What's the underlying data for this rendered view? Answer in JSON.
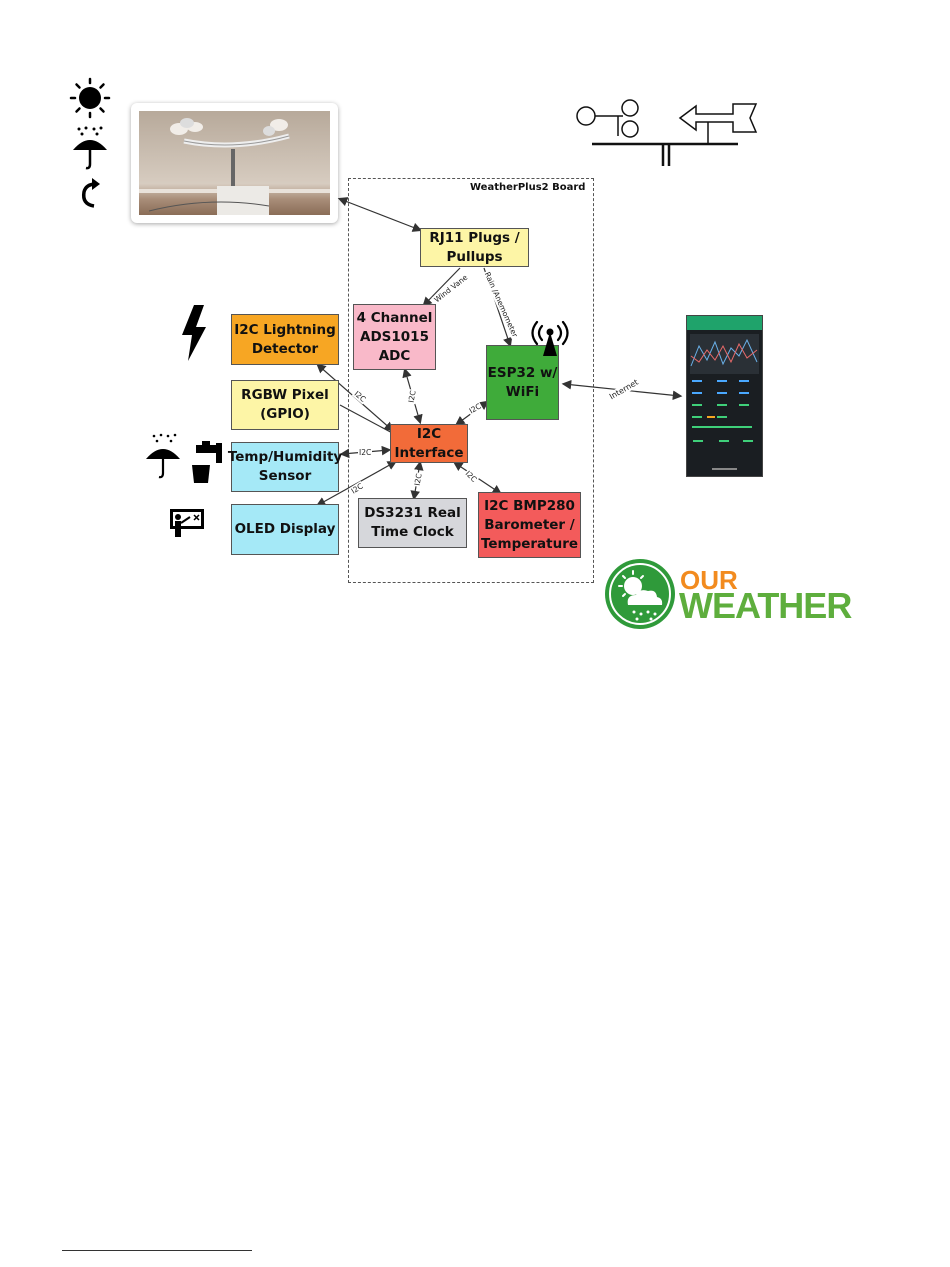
{
  "board": {
    "label": "WeatherPlus2 Board"
  },
  "blocks": {
    "rj11": "RJ11 Plugs /\nPullups",
    "adc": "4 Channel\nADS1015\nADC",
    "esp32": "ESP32 w/\nWiFi",
    "i2c_interface": "I2C\nInterface",
    "lightning": "I2C Lightning\nDetector",
    "rgbw": "RGBW Pixel\n(GPIO)",
    "temp_humidity": "Temp/Humidity\nSensor",
    "oled": "OLED Display",
    "rtc": "DS3231 Real\nTime Clock",
    "bmp280": "I2C BMP280\nBarometer /\nTemperature"
  },
  "edge_labels": {
    "wind_vane": "Wind Vane",
    "rain_anemometer": "Rain /Anemometer",
    "internet": "Internet",
    "i2c": "I2C"
  },
  "logo": {
    "line1": "OUR",
    "line2": "WEATHER"
  },
  "colors": {
    "yellow": "#fdf5a6",
    "pink": "#f9b9c9",
    "green": "#3fab3a",
    "orange_interface": "#f26b39",
    "orange_lightning": "#f7a623",
    "cyan": "#a5e9f7",
    "gray": "#d6d7db",
    "red": "#f35b5b",
    "logo_orange": "#f28b1f",
    "logo_green": "#5eae3d"
  },
  "icons": [
    "sun-icon",
    "rain-umbrella-icon",
    "wind-direction-arrow-icon",
    "lightning-bolt-icon",
    "umbrella-faucet-glass-icon",
    "presenter-display-icon",
    "radio-antenna-icon",
    "wind-sensors-sketch-icon",
    "weather-cloud-sun-logo-icon"
  ]
}
